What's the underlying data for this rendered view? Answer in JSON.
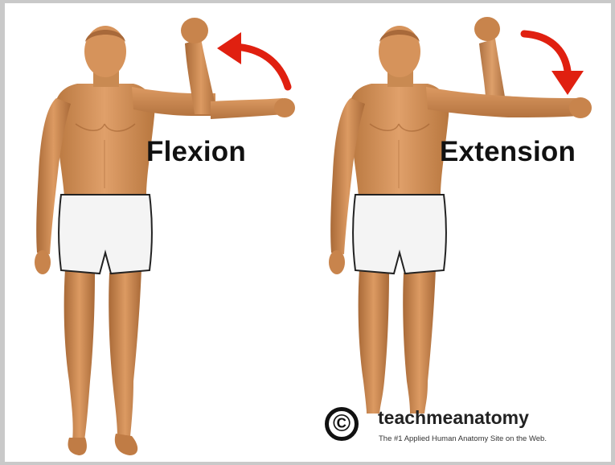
{
  "labels": {
    "flexion": "Flexion",
    "extension": "Extension"
  },
  "watermark": {
    "symbol": "©",
    "brand": "teachmeanatomy",
    "tagline": "The #1 Applied Human Anatomy Site on the Web."
  },
  "colors": {
    "skin": "#d9955c",
    "skin_shadow": "#a8693a",
    "shorts": "#f4f4f4",
    "arrow": "#e02010",
    "text": "#111111"
  }
}
